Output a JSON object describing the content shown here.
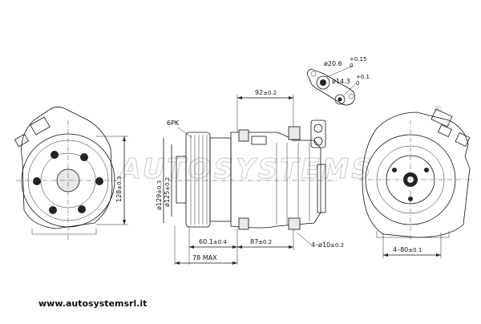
{
  "watermark": "AUTOSYSTEMS",
  "trademark": "®",
  "website": "www.autosystemsrl.it",
  "labels": {
    "belt": "6PK"
  },
  "dimensions": {
    "center_distance": "92",
    "center_distance_tol": "±0.2",
    "port_large": "ø20.6",
    "port_large_tol": "+0.15\n0",
    "port_large_tol_upper": "+0.15",
    "port_large_tol_lower": "0",
    "port_small": "ø14.3",
    "port_small_tol_upper": "+0.1",
    "port_small_tol_lower": "0",
    "pulley_outer": "ø129",
    "pulley_outer_tol": "±0.3",
    "pulley_inner": "ø125",
    "pulley_inner_tol": "±0.2",
    "height": "128",
    "height_tol": "±0.3",
    "pulley_offset": "60.1",
    "pulley_offset_tol": "±0.4",
    "mount_spacing": "87",
    "mount_spacing_tol": "±0.2",
    "mount_holes": "4–ø10",
    "mount_holes_tol": "±0.2",
    "overall_max": "78 MAX",
    "rear_holes": "4–80",
    "rear_holes_tol": "±0.1"
  }
}
